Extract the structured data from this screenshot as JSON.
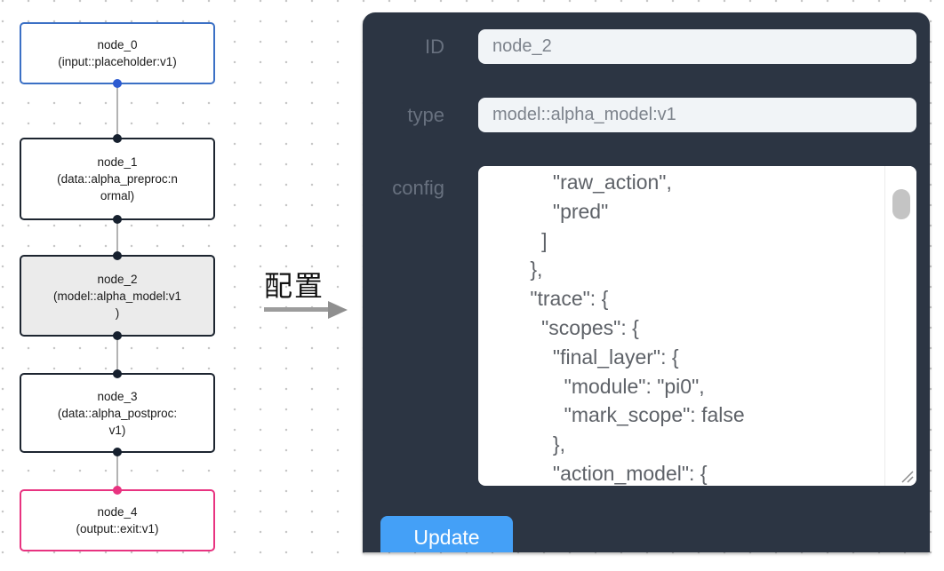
{
  "flow": {
    "nodes": [
      {
        "id": "node_0",
        "title": "node_0",
        "subtitle_lines": [
          "(input::placeholder:v1)"
        ],
        "kind": "input",
        "selected": false
      },
      {
        "id": "node_1",
        "title": "node_1",
        "subtitle_lines": [
          "(data::alpha_preproc:n",
          "ormal)"
        ],
        "kind": "data",
        "selected": false
      },
      {
        "id": "node_2",
        "title": "node_2",
        "subtitle_lines": [
          "(model::alpha_model:v1",
          ")"
        ],
        "kind": "model",
        "selected": true
      },
      {
        "id": "node_3",
        "title": "node_3",
        "subtitle_lines": [
          "(data::alpha_postproc:",
          "v1)"
        ],
        "kind": "data",
        "selected": false
      },
      {
        "id": "node_4",
        "title": "node_4",
        "subtitle_lines": [
          "(output::exit:v1)"
        ],
        "kind": "output",
        "selected": false
      }
    ]
  },
  "arrow": {
    "label": "配置"
  },
  "panel": {
    "fields": [
      {
        "label": "ID",
        "value": "node_2"
      },
      {
        "label": "type",
        "value": "model::alpha_model:v1"
      }
    ],
    "config": {
      "label": "config",
      "lines": [
        "          \"raw_action\",",
        "          \"pred\"",
        "        ]",
        "      },",
        "      \"trace\": {",
        "        \"scopes\": {",
        "          \"final_layer\": {",
        "            \"module\": \"pi0\",",
        "            \"mark_scope\": false",
        "          },",
        "          \"action_model\": {"
      ]
    },
    "update_button": "Update"
  },
  "colors": {
    "panel_bg": "#2c3543",
    "accent_blue": "#44a0f7",
    "node_default_border": "#1d2530",
    "node_selected_bg": "#ebebeb",
    "input_node_border": "#3b70c5",
    "output_node_border": "#e83380",
    "port_blue": "#2d5bd1",
    "port_dark": "#16202e",
    "port_pink": "#e83380",
    "edge_gray": "#b3b3b3",
    "label_gray": "#68717f",
    "config_text_gray": "#5e6268"
  }
}
